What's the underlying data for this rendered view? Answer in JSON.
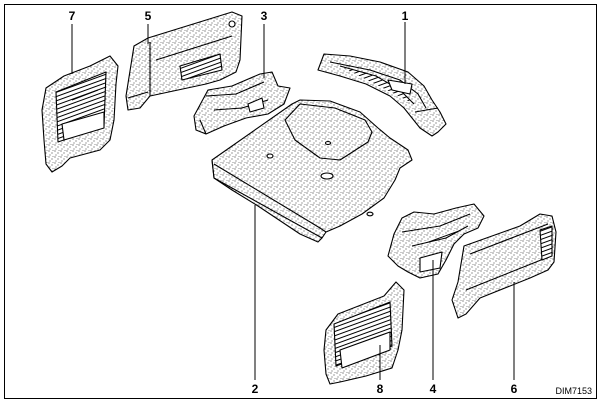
{
  "diagram": {
    "figure_code": "DIM7153",
    "callouts": [
      {
        "label": "1",
        "part": "part-1-scuttle-panel"
      },
      {
        "label": "2",
        "part": "part-2-boot-floor"
      },
      {
        "label": "3",
        "part": "part-3-left-rear-bracket"
      },
      {
        "label": "4",
        "part": "part-4-right-rear-bracket"
      },
      {
        "label": "5",
        "part": "part-5-left-side-panel"
      },
      {
        "label": "6",
        "part": "part-6-right-side-panel"
      },
      {
        "label": "7",
        "part": "part-7-left-trim-panel"
      },
      {
        "label": "8",
        "part": "part-8-right-trim-panel"
      }
    ]
  }
}
